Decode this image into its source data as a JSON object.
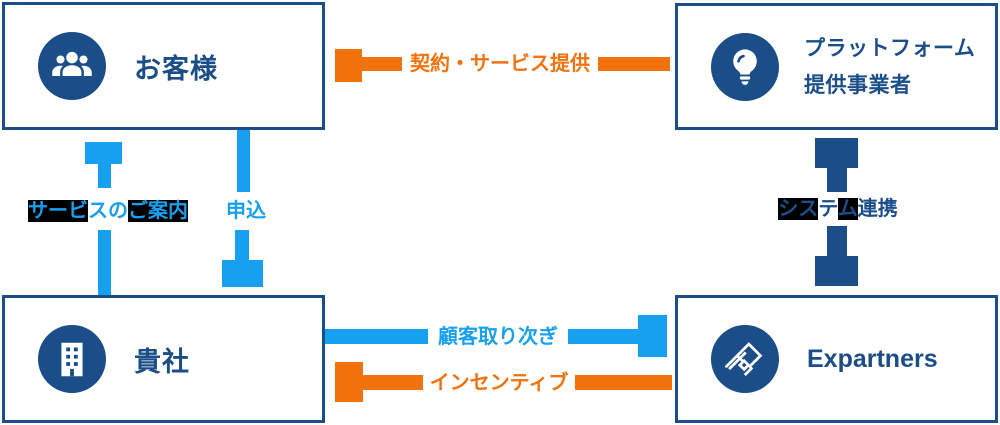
{
  "colors": {
    "dark_blue": "#1b4e89",
    "light_blue": "#18a0f0",
    "orange": "#f2720d",
    "highlight_black": "#000000",
    "background": "#ffffff"
  },
  "nodes": {
    "customer": {
      "label": "お客様"
    },
    "platform": {
      "line1": "プラットフォーム",
      "line2": "提供事業者"
    },
    "company": {
      "label": "貴社"
    },
    "expartners": {
      "label": "Expartners"
    }
  },
  "arrows": {
    "contract": {
      "label": "契約・サービス提供"
    },
    "service_guide": {
      "seg1": "サービ",
      "seg2": "スの",
      "seg3": "ご案内"
    },
    "apply": {
      "label": "申込"
    },
    "system_link": {
      "seg1": "シス",
      "seg2": "テ",
      "seg3": "ム",
      "seg4": "連携"
    },
    "referral": {
      "label": "顧客取り次ぎ"
    },
    "incentive": {
      "label": "インセンティブ"
    }
  }
}
